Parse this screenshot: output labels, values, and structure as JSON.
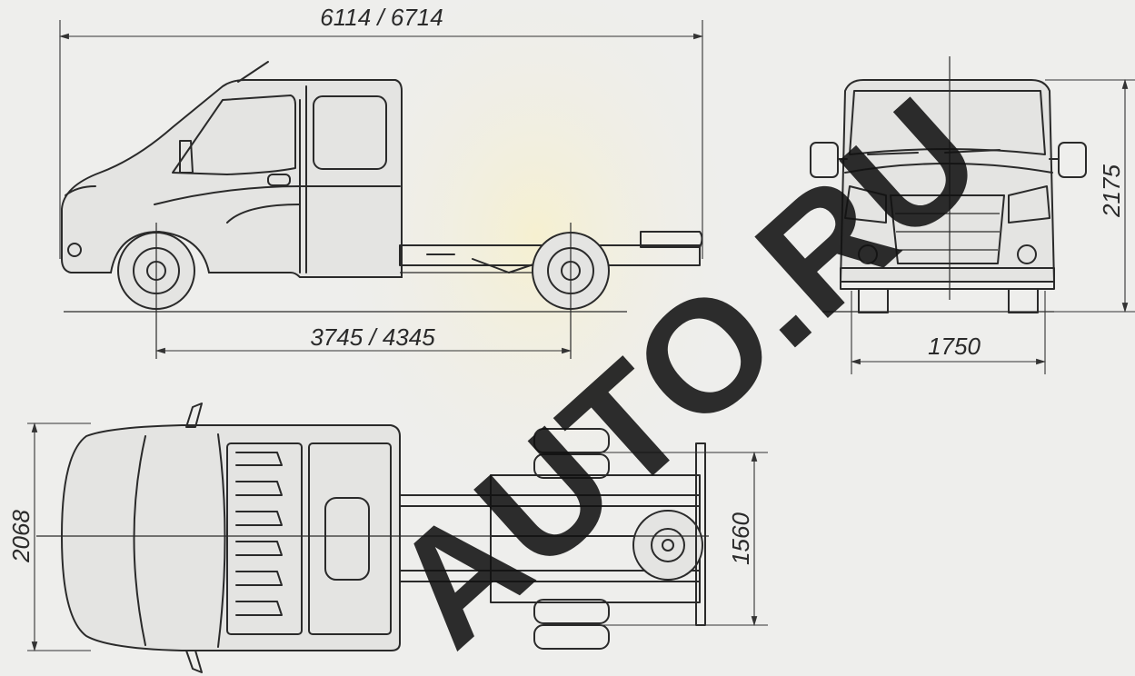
{
  "dimensions": {
    "overall_length": "6114 / 6714",
    "wheelbase": "3745 / 4345",
    "height": "2175",
    "track_front": "1750",
    "overall_width": "2068",
    "track_rear": "1560"
  },
  "watermark": {
    "text": "AUTO.RU"
  },
  "colors": {
    "background": "#eeeeec",
    "line": "#2a2a2a",
    "watermark": "#121212"
  }
}
